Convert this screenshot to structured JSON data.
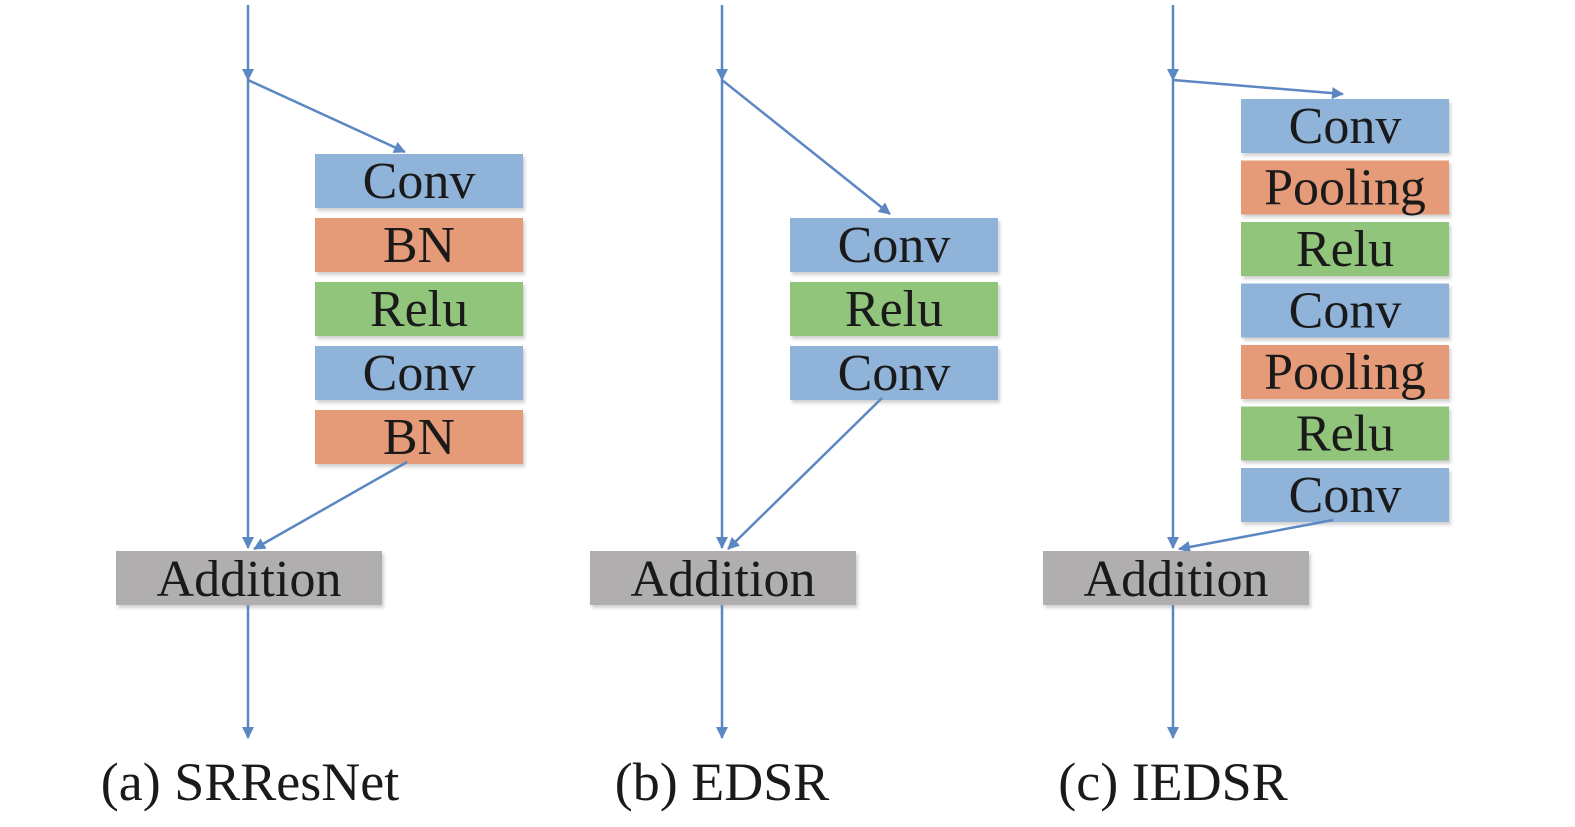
{
  "colors": {
    "conv": "#8fb3d9",
    "bn": "#e59a78",
    "pooling": "#e59a78",
    "relu": "#92c57c",
    "addition": "#b0aeae",
    "arrow": "#5b87c2"
  },
  "panels": [
    {
      "id": "srresnet",
      "caption": "(a) SRResNet",
      "blocks": [
        {
          "label": "Conv",
          "kind": "conv"
        },
        {
          "label": "BN",
          "kind": "bn"
        },
        {
          "label": "Relu",
          "kind": "relu"
        },
        {
          "label": "Conv",
          "kind": "conv"
        },
        {
          "label": "BN",
          "kind": "bn"
        }
      ],
      "addition_label": "Addition"
    },
    {
      "id": "edsr",
      "caption": "(b) EDSR",
      "blocks": [
        {
          "label": "Conv",
          "kind": "conv"
        },
        {
          "label": "Relu",
          "kind": "relu"
        },
        {
          "label": "Conv",
          "kind": "conv"
        }
      ],
      "addition_label": "Addition"
    },
    {
      "id": "iedsr",
      "caption": "(c) IEDSR",
      "blocks": [
        {
          "label": "Conv",
          "kind": "conv"
        },
        {
          "label": "Pooling",
          "kind": "pooling"
        },
        {
          "label": "Relu",
          "kind": "relu"
        },
        {
          "label": "Conv",
          "kind": "conv"
        },
        {
          "label": "Pooling",
          "kind": "pooling"
        },
        {
          "label": "Relu",
          "kind": "relu"
        },
        {
          "label": "Conv",
          "kind": "conv"
        }
      ],
      "addition_label": "Addition"
    }
  ]
}
